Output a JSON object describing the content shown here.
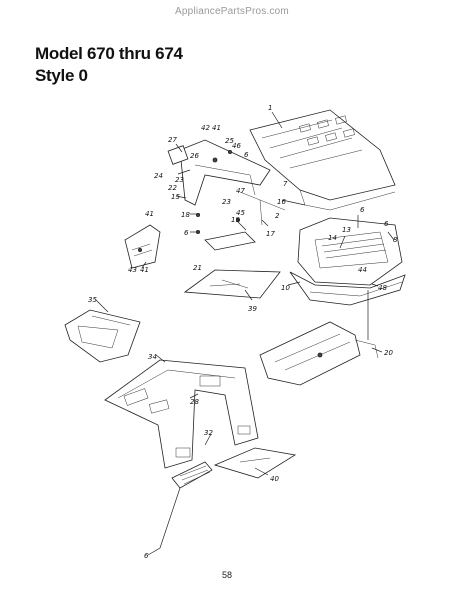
{
  "watermark": "AppliancePartsPros.com",
  "title_line1": "Model 670 thru 674",
  "title_line2": "Style 0",
  "page_number": "58",
  "callouts": {
    "c1": "1",
    "c2": "2",
    "c6a": "6",
    "c6b": "6",
    "c6c": "6",
    "c6d": "6",
    "c6e": "6",
    "c7": "7",
    "c8": "8",
    "c10": "10",
    "c13": "13",
    "c14": "14",
    "c15": "15",
    "c16": "16",
    "c17": "17",
    "c18": "18",
    "c19": "19",
    "c20": "20",
    "c21": "21",
    "c22": "22",
    "c23a": "23",
    "c23b": "23",
    "c24": "24",
    "c25": "25",
    "c26": "26",
    "c27": "27",
    "c28": "28",
    "c32": "32",
    "c34": "34",
    "c35": "35",
    "c39": "39",
    "c40": "40",
    "c41a": "41",
    "c41b": "41",
    "c41c": "41",
    "c42": "42",
    "c43": "43",
    "c44": "44",
    "c45": "45",
    "c46": "46",
    "c47": "47",
    "c48": "48"
  }
}
